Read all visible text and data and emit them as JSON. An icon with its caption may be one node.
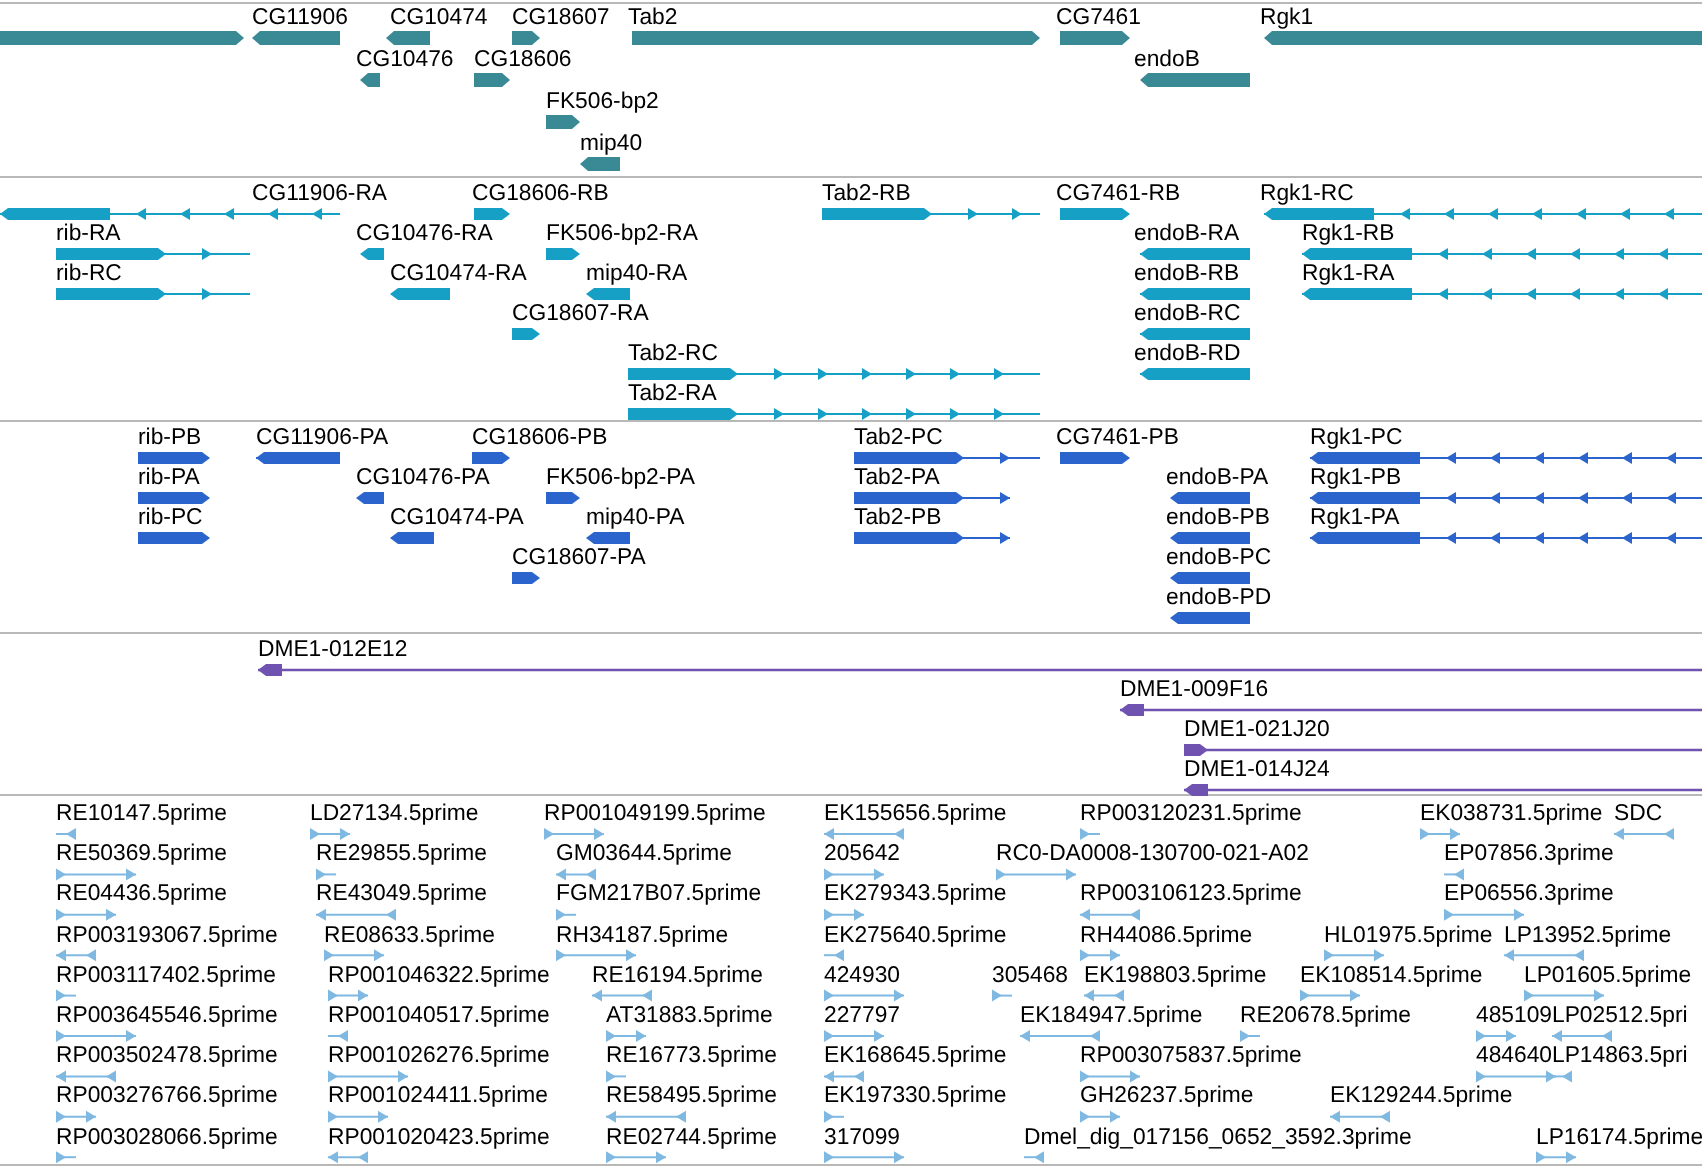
{
  "diagram": {
    "labels": [
      "CG11906",
      "CG10474",
      "CG18607",
      "Tab2",
      "CG7461",
      "Rgk1",
      "CG10476",
      "CG18606",
      "endoB",
      "FK506-bp2",
      "mip40",
      "CG11906-RA",
      "CG18606-RB",
      "Tab2-RB",
      "CG7461-RB",
      "Rgk1-RC",
      "rib-RA",
      "CG10476-RA",
      "FK506-bp2-RA",
      "endoB-RA",
      "Rgk1-RB",
      "rib-RC",
      "CG10474-RA",
      "mip40-RA",
      "endoB-RB",
      "Rgk1-RA",
      "CG18607-RA",
      "endoB-RC",
      "Tab2-RC",
      "endoB-RD",
      "Tab2-RA",
      "rib-PB",
      "CG11906-PA",
      "CG18606-PB",
      "Tab2-PC",
      "CG7461-PB",
      "Rgk1-PC",
      "rib-PA",
      "CG10476-PA",
      "FK506-bp2-PA",
      "Tab2-PA",
      "endoB-PA",
      "Rgk1-PB",
      "rib-PC",
      "CG10474-PA",
      "mip40-PA",
      "Tab2-PB",
      "endoB-PB",
      "Rgk1-PA",
      "CG18607-PA",
      "endoB-PC",
      "endoB-PD",
      "DME1-012E12",
      "DME1-009F16",
      "DME1-021J20",
      "DME1-014J24",
      "RE10147.5prime",
      "LD27134.5prime",
      "RP001049199.5prime",
      "EK155656.5prime",
      "RP003120231.5prime",
      "EK038731.5prime",
      "SDC",
      "RE50369.5prime",
      "RE29855.5prime",
      "GM03644.5prime",
      "205642",
      "RC0-DA0008-130700-021-A02",
      "EP07856.3prime",
      "RE04436.5prime",
      "RE43049.5prime",
      "FGM217B07.5prime",
      "EK279343.5prime",
      "RP003106123.5prime",
      "EP06556.3prime",
      "RP003193067.5prime",
      "RE08633.5prime",
      "RH34187.5prime",
      "EK275640.5prime",
      "RH44086.5prime",
      "HL01975.5prime",
      "LP13952.5prime",
      "RP003117402.5prime",
      "RP001046322.5prime",
      "RE16194.5prime",
      "424930",
      "305468",
      "EK198803.5prime",
      "EK108514.5prime",
      "LP01605.5prime",
      "RP003645546.5prime",
      "RP001040517.5prime",
      "AT31883.5prime",
      "227797",
      "EK184947.5prime",
      "RE20678.5prime",
      "485109",
      "LP02512.5pri",
      "RP003502478.5prime",
      "RP001026276.5prime",
      "RE16773.5prime",
      "EK168645.5prime",
      "RP003075837.5prime",
      "484640",
      "LP14863.5pri",
      "RP003276766.5prime",
      "RP001024411.5prime",
      "RE58495.5prime",
      "EK197330.5prime",
      "GH26237.5prime",
      "EK129244.5prime",
      "RP003028066.5prime",
      "RP001020423.5prime",
      "RE02744.5prime",
      "317099",
      "Dmel_dig_017156_0652_3592.3prime",
      "LP16174.5prime"
    ]
  }
}
